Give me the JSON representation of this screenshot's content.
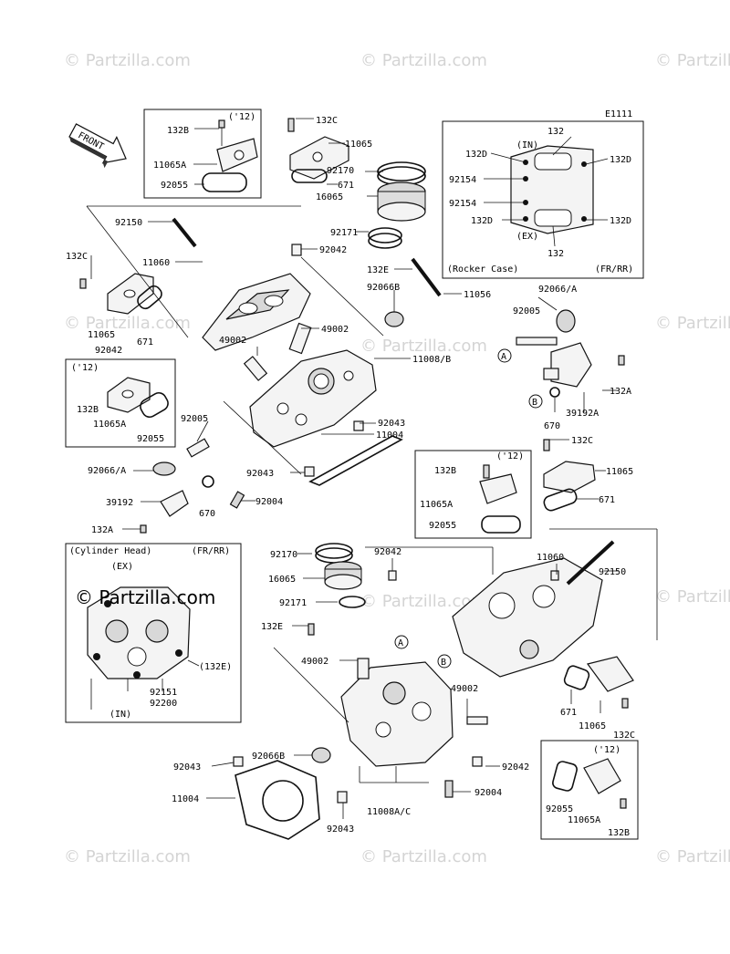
{
  "diagram_code": "E1111",
  "watermark": "© Partzilla.com",
  "front_label": "FRONT",
  "labels": {
    "l132C_a": "132C",
    "l11065_a": "11065",
    "l132B_a": "132B",
    "l12_a": "('12)",
    "l11065A_a": "11065A",
    "l92055_a": "92055",
    "l92170_a": "92170",
    "l671_a": "671",
    "l16065_a": "16065",
    "l92150_a": "92150",
    "l92171_a": "92171",
    "l92042_a": "92042",
    "l132C_b": "132C",
    "l11060_a": "11060",
    "l132E_a": "132E",
    "l92066B_a": "92066B",
    "l11056": "11056",
    "l11065_b": "11065",
    "l671_b": "671",
    "l92042_b": "92042",
    "l49002_a": "49002",
    "l49002_b": "49002",
    "l11008B": "11008/B",
    "l12_b": "('12)",
    "l132B_b": "132B",
    "l11065A_b": "11065A",
    "l92055_b": "92055",
    "l92005_a": "92005",
    "l92043_a": "92043",
    "l11004_a": "11004",
    "l92066A_a": "92066/A",
    "l92043_b": "92043",
    "l39192_a": "39192",
    "l670_a": "670",
    "l92004_a": "92004",
    "l132A_a": "132A",
    "l92066A_b": "92066/A",
    "l92005_b": "92005",
    "l132A_b": "132A",
    "l39192A": "39192A",
    "l670_b": "670",
    "l132C_c": "132C",
    "l12_c": "('12)",
    "l132B_c": "132B",
    "l11065_c": "11065",
    "l11065A_c": "11065A",
    "l671_c": "671",
    "l92055_c": "92055",
    "l92170_b": "92170",
    "l92042_c": "92042",
    "l16065_b": "16065",
    "l11060_b": "11060",
    "l92150_b": "92150",
    "l92171_b": "92171",
    "l132E_b": "132E",
    "l49002_c": "49002",
    "l49002_d": "49002",
    "l671_d": "671",
    "l11065_d": "11065",
    "l132C_d": "132C",
    "l92043_c": "92043",
    "l92066B_b": "92066B",
    "l92042_d": "92042",
    "l11004_b": "11004",
    "l92004_b": "92004",
    "l11008AC": "11008A/C",
    "l92043_d": "92043",
    "l12_d": "('12)",
    "l92055_d": "92055",
    "l11065A_d": "11065A",
    "l132B_d": "132B"
  },
  "rocker_case_inset": {
    "labels": {
      "r132_top": "132",
      "r132D_tl": "132D",
      "r_in": "(IN)",
      "r132D_tr": "132D",
      "r92154_a": "92154",
      "r92154_b": "92154",
      "r132D_bl": "132D",
      "r132D_br": "132D",
      "r_ex": "(EX)",
      "r132_bottom": "132"
    },
    "caption": "(Rocker Case)",
    "variant": "(FR/RR)"
  },
  "cylinder_head_inset": {
    "caption": "(Cylinder Head)",
    "variant": "(FR/RR)",
    "labels": {
      "c_ex": "(EX)",
      "c132E": "(132E)",
      "c92151": "92151",
      "c92200": "92200",
      "c_in": "(IN)"
    }
  },
  "callouts": {
    "A": "A",
    "B": "B"
  }
}
